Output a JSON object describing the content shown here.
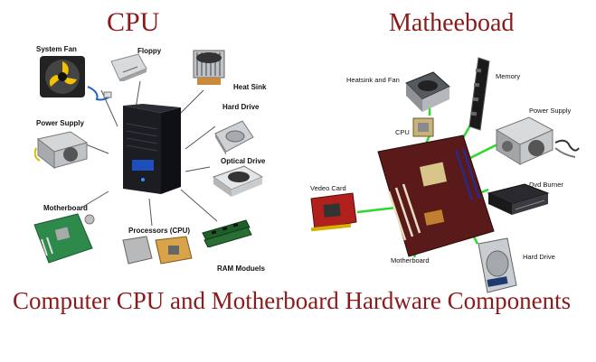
{
  "cpu_section": {
    "title": "CPU",
    "labels": {
      "system_fan": "System Fan",
      "floppy": "Floppy",
      "heat_sink": "Heat Sink",
      "power_supply": "Power Supply",
      "hard_drive": "Hard Drive",
      "optical_drive": "Optical Drive",
      "motherboard": "Motherboard",
      "processors": "Processors (CPU)",
      "ram": "RAM Moduels"
    }
  },
  "motherboard_section": {
    "title": "Matheeboad",
    "labels": {
      "heatsink_fan": "Heatsink and Fan",
      "memory": "Memory",
      "cpu": "CPU",
      "power_supply": "Power Supply",
      "video_card": "Vedeo Card",
      "dvd_burner": "Dvd Burner",
      "motherboard": "Motherboard",
      "hard_drive": "Hard Drive"
    }
  },
  "caption": "Computer CPU and Motherboard Hardware Components",
  "colors": {
    "heading": "#8b1a1a",
    "left_lines": "#555555",
    "right_lines": "#2bd92b"
  }
}
